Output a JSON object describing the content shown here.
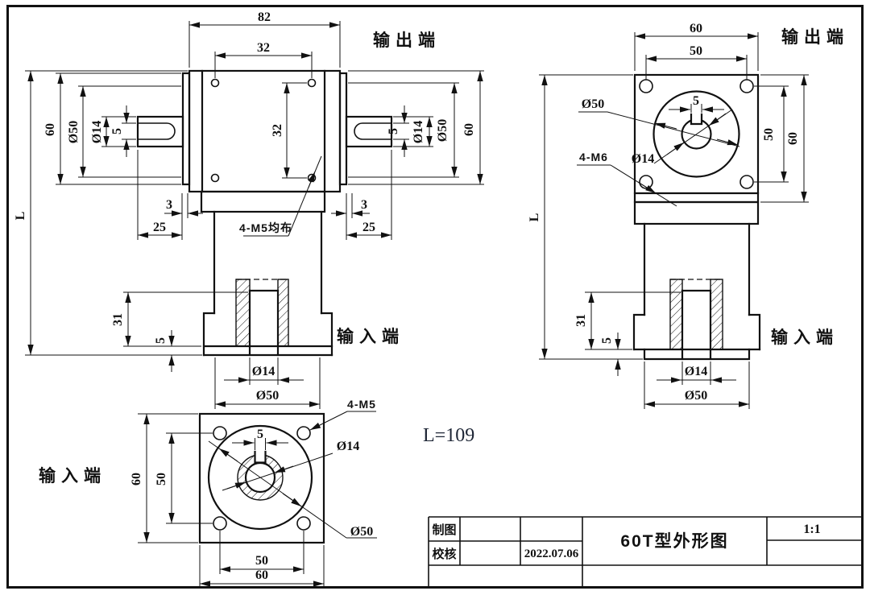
{
  "front_view": {
    "output_label": "输出端",
    "input_label": "输入端",
    "dim_width": "82",
    "dim_bolt_h": "32",
    "dim_bolt_v": "32",
    "dim_L": "L",
    "bolt_note": "4-M5均布",
    "left": {
      "d60": "60",
      "d50": "Ø50",
      "d14": "Ø14",
      "d5": "5",
      "d3": "3",
      "d25": "25"
    },
    "right": {
      "d60": "60",
      "d50": "Ø50",
      "d14": "Ø14",
      "d5": "5",
      "d3": "3",
      "d25": "25"
    },
    "input_dims": {
      "d31": "31",
      "d5": "5",
      "d14": "Ø14",
      "d50": "Ø50"
    }
  },
  "side_view": {
    "output_label": "输出端",
    "input_label": "输入端",
    "dim_top60": "60",
    "dim_top50": "50",
    "dim_right50": "50",
    "dim_right60": "60",
    "dim_L": "L",
    "label_d50": "Ø50",
    "label_d14": "Ø14",
    "label_4m6": "4-M6",
    "dim_key5": "5",
    "input_dims": {
      "d31": "31",
      "d5": "5",
      "d14": "Ø14",
      "d50": "Ø50"
    }
  },
  "bottom_view": {
    "input_label": "输入端",
    "dim_left60": "60",
    "dim_left50": "50",
    "dim_bottom50": "50",
    "dim_bottom60": "60",
    "dim_key5": "5",
    "label_4m5": "4-M5",
    "label_d14": "Ø14",
    "label_d50": "Ø50"
  },
  "note_length": "L=109",
  "title_block": {
    "drawn_label": "制图",
    "checked_label": "校核",
    "date": "2022.07.06",
    "title": "60T型外形图",
    "scale": "1:1"
  }
}
